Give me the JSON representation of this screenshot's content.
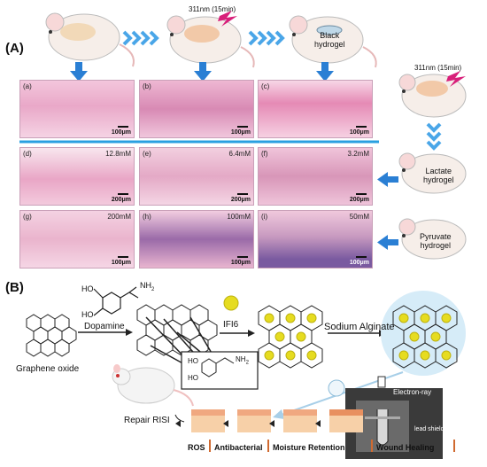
{
  "panelA": {
    "label": "(A)",
    "top_irradiation": "311nm (15min)",
    "black_hydrogel": "Black\nhydrogel",
    "side_irradiation": "311nm (15min)",
    "lactate_hydrogel": "Lactate\nhydrogel",
    "pyruvate_hydrogel": "Pyruvate\nhydrogel",
    "images": [
      {
        "sub": "(a)",
        "conc": "",
        "scale": "100μm"
      },
      {
        "sub": "(b)",
        "conc": "",
        "scale": "100μm"
      },
      {
        "sub": "(c)",
        "conc": "",
        "scale": "100μm"
      },
      {
        "sub": "(d)",
        "conc": "12.8mM",
        "scale": "200μm"
      },
      {
        "sub": "(e)",
        "conc": "6.4mM",
        "scale": "200μm"
      },
      {
        "sub": "(f)",
        "conc": "3.2mM",
        "scale": "200μm"
      },
      {
        "sub": "(g)",
        "conc": "200mM",
        "scale": "100μm"
      },
      {
        "sub": "(h)",
        "conc": "100mM",
        "scale": "100μm"
      },
      {
        "sub": "(i)",
        "conc": "50mM",
        "scale": "100μm"
      }
    ]
  },
  "panelB": {
    "label": "(B)",
    "graphene_oxide": "Graphene oxide",
    "dopamine": "Dopamine",
    "ho": "HO",
    "nh2": "NH",
    "nh2_sub": "2",
    "ifi6": "IFI6",
    "sodium_alginate": "Sodium Alginate",
    "electron_ray": "Electron-ray",
    "lead_shield": "lead shield",
    "repair": "Repair RISI",
    "captions": [
      "ROS",
      "Antibacterial",
      "Moisture Retention",
      "Wound Healing"
    ]
  },
  "colors": {
    "arrow_blue": "#2a7fd4",
    "chevron": "#4aa6e8",
    "divider": "#2aa0e0",
    "nanoparticle": "#e6dc20",
    "lightning": "#d81f7a"
  }
}
